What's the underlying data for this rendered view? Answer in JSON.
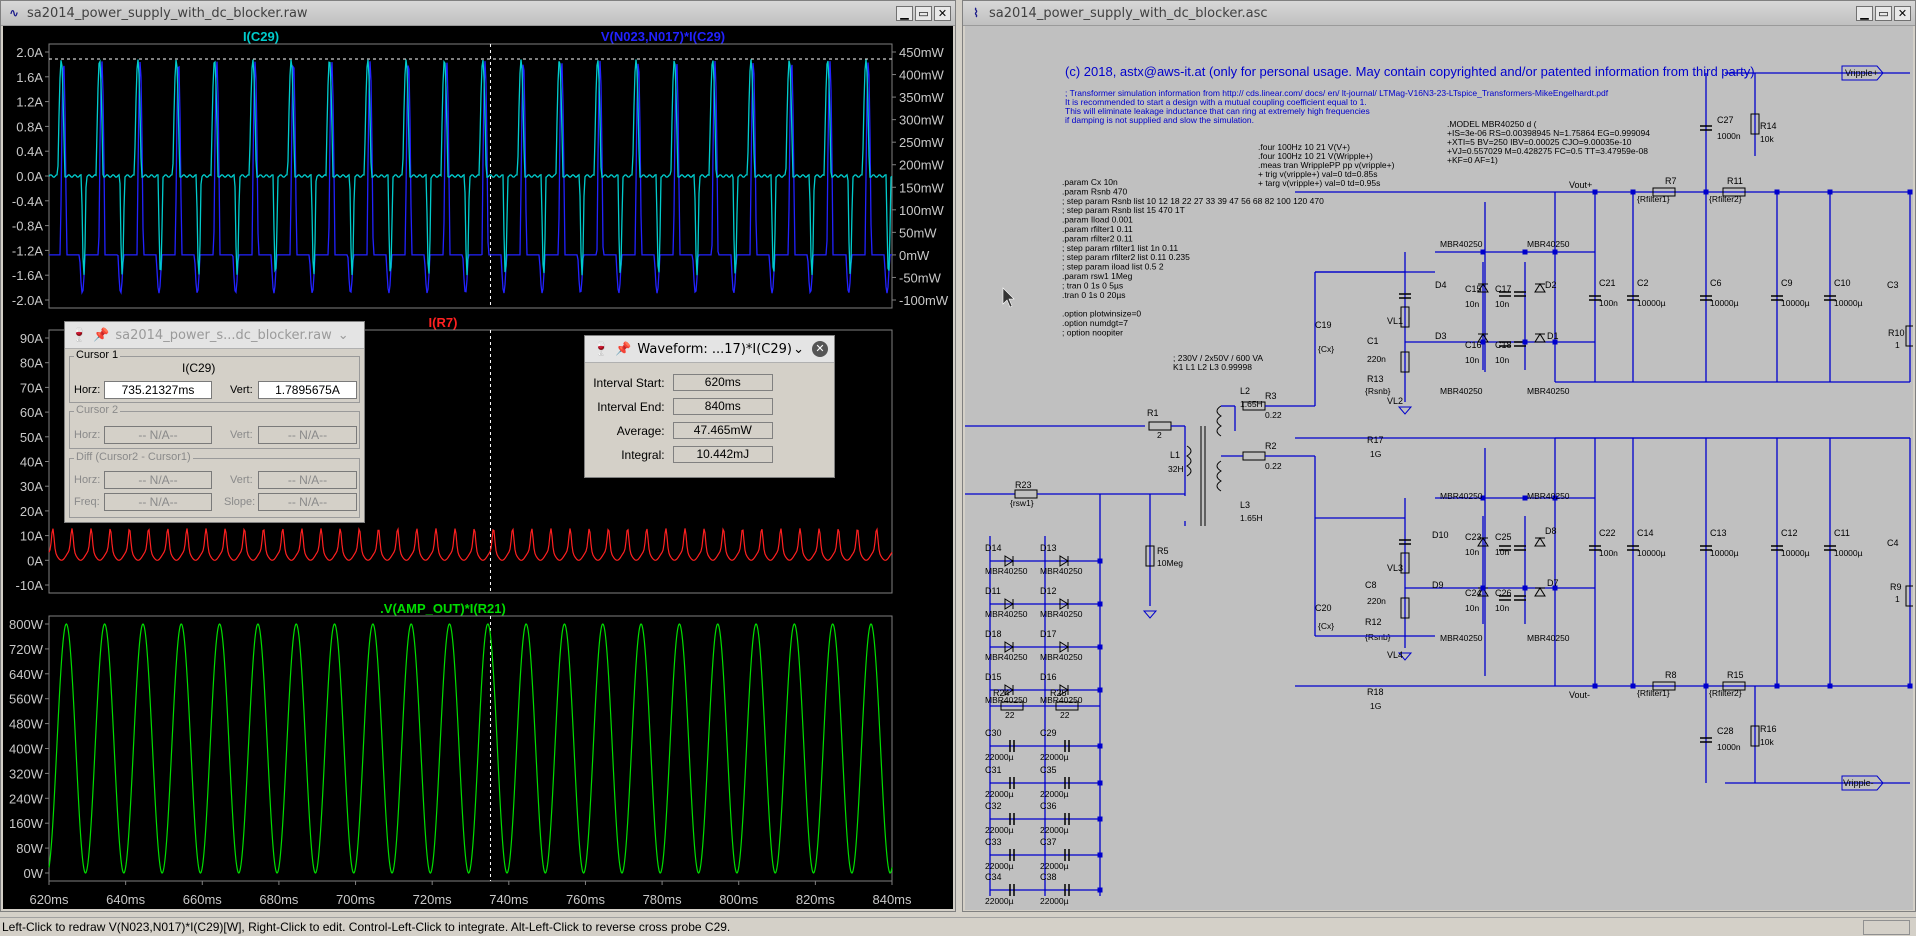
{
  "left_window": {
    "title": "sa2014_power_supply_with_dc_blocker.raw",
    "pane1": {
      "traces": [
        {
          "label": "I(C29)",
          "color": "#00cccc"
        },
        {
          "label": "V(N023,N017)*I(C29)",
          "color": "#2222ff"
        }
      ],
      "left_ticks": [
        "2.0A",
        "1.6A",
        "1.2A",
        "0.8A",
        "0.4A",
        "0.0A",
        "-0.4A",
        "-0.8A",
        "-1.2A",
        "-1.6A",
        "-2.0A"
      ],
      "right_ticks": [
        "450mW",
        "400mW",
        "350mW",
        "300mW",
        "250mW",
        "200mW",
        "150mW",
        "100mW",
        "50mW",
        "0mW",
        "-50mW",
        "-100mW"
      ]
    },
    "pane2": {
      "traces": [
        {
          "label": "I(R7)",
          "color": "#ff2020"
        }
      ],
      "left_ticks": [
        "90A",
        "80A",
        "70A",
        "60A",
        "50A",
        "40A",
        "30A",
        "20A",
        "10A",
        "0A",
        "-10A"
      ]
    },
    "pane3": {
      "traces": [
        {
          "label": ".V(AMP_OUT)*I(R21)",
          "color": "#00dd00"
        }
      ],
      "left_ticks": [
        "800W",
        "720W",
        "640W",
        "560W",
        "480W",
        "400W",
        "320W",
        "240W",
        "160W",
        "80W",
        "0W"
      ]
    },
    "x_ticks": [
      "620ms",
      "640ms",
      "660ms",
      "680ms",
      "700ms",
      "720ms",
      "740ms",
      "760ms",
      "780ms",
      "800ms",
      "820ms",
      "840ms"
    ]
  },
  "cursor_dialog": {
    "title": "sa2014_power_s...dc_blocker.raw",
    "cursor1": {
      "group": "Cursor 1",
      "trace": "I(C29)",
      "horz_label": "Horz:",
      "horz": "735.21327ms",
      "vert_label": "Vert:",
      "vert": "1.7895675A"
    },
    "cursor2": {
      "group": "Cursor 2",
      "horz_label": "Horz:",
      "horz": "-- N/A--",
      "vert_label": "Vert:",
      "vert": "-- N/A--"
    },
    "diff": {
      "group": "Diff (Cursor2 - Cursor1)",
      "horz_label": "Horz:",
      "horz": "-- N/A--",
      "vert_label": "Vert:",
      "vert": "-- N/A--",
      "freq_label": "Freq:",
      "freq": "-- N/A--",
      "slope_label": "Slope:",
      "slope": "-- N/A--"
    }
  },
  "waveform_dialog": {
    "title": "Waveform: ...17)*I(C29)",
    "rows": [
      {
        "label": "Interval Start:",
        "value": "620ms"
      },
      {
        "label": "Interval End:",
        "value": "840ms"
      },
      {
        "label": "Average:",
        "value": "47.465mW"
      },
      {
        "label": "Integral:",
        "value": "10.442mJ"
      }
    ]
  },
  "right_window": {
    "title": "sa2014_power_supply_with_dc_blocker.asc",
    "copyright": "(c) 2018, astx@aws-it.at (only for personal usage. May contain copyrighted and/or patented information from third party)",
    "comments": [
      "; Transformer simulation information from http:// cds.linear.com/ docs/ en/ lt-journal/ LTMag-V16N3-23-LTspice_Transformers-MikeEngelhardt.pdf",
      "It is recommended to start a design with a mutual coupling coefficient equal to 1.",
      "This will eliminate leakage inductance that can ring at extremely high frequencies",
      "if damping is not supplied and slow the simulation."
    ],
    "model": [
      ".MODEL MBR40250 d (",
      "+IS=3e-06 RS=0.00398945 N=1.75864 EG=0.999094",
      "+XTI=5 BV=250 IBV=0.00025 CJO=9.00035e-10",
      "+VJ=0.557029 M=0.428275 FC=0.5 TT=3.47959e-08",
      "+KF=0 AF=1)"
    ],
    "meas": [
      ".four 100Hz 10 21 V(V+)",
      ".four 100Hz 10 21 V(Wripple+)",
      ".meas tran WripplePP pp v(vripple+)",
      "+ trig v(vripple+) val=0 td=0.85s",
      "+ targ v(vripple+) val=0 td=0.95s"
    ],
    "params": [
      ".param Cx 10n",
      ".param Rsnb 470",
      "; step param Rsnb list 10 12 18 22 27 33 39 47 56 68 82 100 120 470",
      "; step param Rsnb list 15 470 1T",
      ".param Iload 0.001",
      ".param rfilter1 0.11",
      ".param rfilter2 0.11",
      "; step param rfilter1 list 1n 0.11",
      "; step param rfilter2 list 0.11 0.235",
      "; step param iload list 0.5 2",
      ".param rsw1 1Meg",
      "; tran 0 1s 0 5µs",
      ".tran 0 1s 0 20µs",
      "",
      ".option plotwinsize=0",
      ".option numdgt=7",
      "; option noopiter"
    ],
    "transformer": [
      "; 230V / 2x50V / 600 VA",
      "K1 L1 L2 L3 0.99998"
    ],
    "labels": {
      "vout_p": "Vout+",
      "vout_n": "Vout-",
      "vripple_p": "Vripple+",
      "vripple_n": "Vripple-",
      "vl1": "VL1",
      "vl2": "VL2",
      "vl3": "VL3",
      "vl4": "VL4",
      "r1": "R1",
      "r1v": "2",
      "l1": "L1",
      "l1v": "32H",
      "l2": "L2",
      "l2v": "1.65H",
      "l3": "L3",
      "l3v": "1.65H",
      "r2": "R2",
      "r2v": "0.22",
      "r3": "R3",
      "r3v": "0.22",
      "r23": "R23",
      "r23v": "{rsw1}",
      "r5": "R5",
      "r5v": "10Meg",
      "c19": "C19",
      "c19v": "{Cx}",
      "c20": "C20",
      "c20v": "{Cx}",
      "c1": "C1",
      "c1v": "220n",
      "c8": "C8",
      "c8v": "220n",
      "r13": "R13",
      "r13v": "{Rsnb}",
      "r12": "R12",
      "r12v": "{Rsnb}",
      "r17": "R17",
      "r17v": "1G",
      "r18": "R18",
      "r18v": "1G",
      "mbr": "MBR40250",
      "rf1": "{Rfilter1}",
      "rf2": "{Rfilter2}",
      "c27": "C27",
      "c27v": "1000n",
      "c28": "C28",
      "c28v": "1000n",
      "r14": "R14",
      "r14v": "10k",
      "r16": "R16",
      "r16v": "10k",
      "r7": "R7",
      "r11": "R11",
      "r8": "R8",
      "r15": "R15",
      "c21": "C21",
      "c22": "C22",
      "c2": "C2",
      "c14": "C14",
      "c6": "C6",
      "c13": "C13",
      "c9": "C9",
      "c12": "C12",
      "c10": "C10",
      "c11": "C11",
      "c3": "C3",
      "c4": "C4",
      "c100n": "100n",
      "c10000u": "10000µ",
      "r10": "R10",
      "r9": "R9",
      "one": "1",
      "d4": "D4",
      "d3": "D3",
      "d2": "D2",
      "d1": "D1",
      "d10": "D10",
      "d9": "D9",
      "d8": "D8",
      "d7": "D7",
      "c15": "C15",
      "c16": "C16",
      "c17": "C17",
      "c18": "C18",
      "c23": "C23",
      "c24": "C24",
      "c25": "C25",
      "c26": "C26",
      "c10n": "10n",
      "r24": "R24",
      "r25": "R25",
      "r22v": "22",
      "c30": "C30",
      "c29": "C29",
      "c31": "C31",
      "c35": "C35",
      "c32": "C32",
      "c36": "C36",
      "c33": "C33",
      "c37": "C37",
      "c34": "C34",
      "c38": "C38",
      "c22000u": "22000µ",
      "d14": "D14",
      "d13": "D13",
      "d11": "D11",
      "d12": "D12",
      "d18": "D18",
      "d17": "D17",
      "d15": "D15",
      "d16": "D16"
    }
  },
  "status_bar": "Left-Click to redraw V(N023,N017)*I(C29)[W],  Right-Click to edit. Control-Left-Click to integrate. Alt-Left-Click to reverse cross probe C29."
}
